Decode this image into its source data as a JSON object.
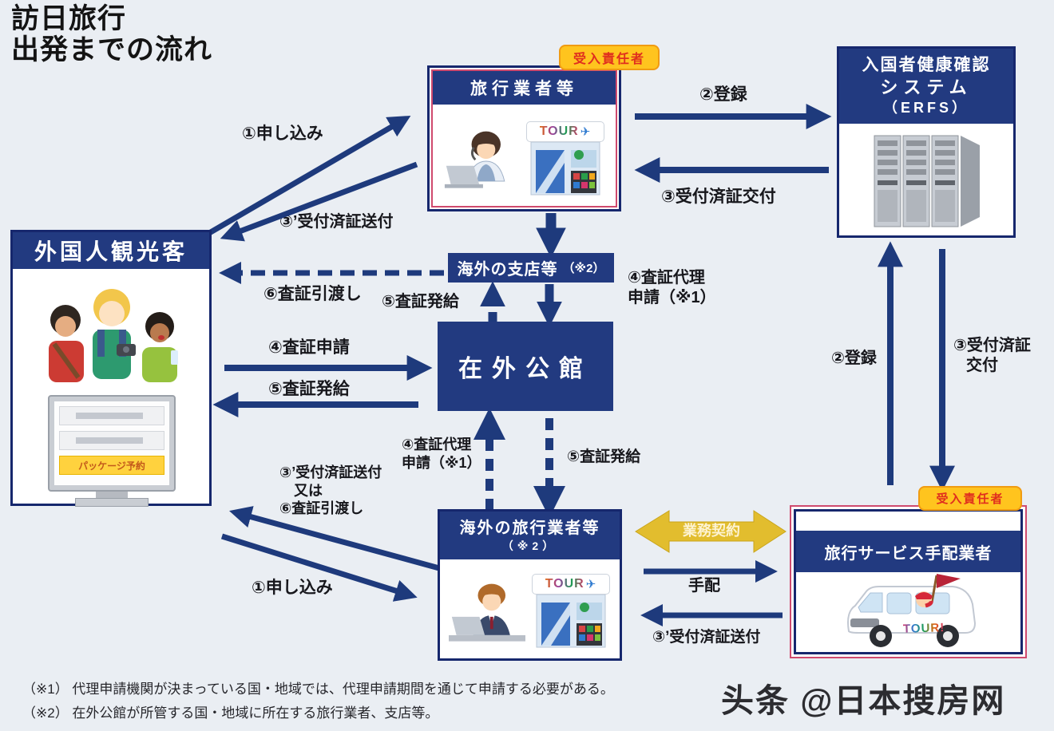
{
  "title": {
    "line1": "訪日旅行",
    "line2": "出発までの流れ"
  },
  "badges": {
    "top": "受入責任者",
    "bottom": "受入責任者"
  },
  "nodes": {
    "tourists": {
      "title": "外国人観光客",
      "screen_item": "パッケージ予約"
    },
    "travel_agency": {
      "title": "旅行業者等",
      "sign": "TOUR"
    },
    "erfs": {
      "line1": "入国者健康確認",
      "line2": "システム",
      "line3": "（ERFS）"
    },
    "branch": {
      "title": "海外の支店等",
      "note": "（※2）"
    },
    "embassy": {
      "title": "在外公館"
    },
    "overseas_agency": {
      "line1": "海外の旅行業者等",
      "line2": "（※2）",
      "sign": "TOUR"
    },
    "arranger": {
      "title": "旅行サービス手配業者",
      "sign": "TOUR!"
    }
  },
  "labels": {
    "apply_top": "①申し込み",
    "send_cert_top": "③’受付済証送付",
    "register_top": "②登録",
    "issue_cert_top": "③受付済証交付",
    "visa_handover": "⑥査証引渡し",
    "visa_issue_branch": "⑤査証発給",
    "visa_proxy_top_l1": "④査証代理",
    "visa_proxy_top_l2": "申請（※1）",
    "visa_apply": "④査証申請",
    "visa_issue_left": "⑤査証発給",
    "visa_proxy_bottom_l1": "④査証代理",
    "visa_proxy_bottom_l2": "申請（※1）",
    "visa_issue_down": "⑤査証発給",
    "send_or_l1": "③’受付済証送付",
    "send_or_l2": "又は",
    "send_or_l3": "⑥査証引渡し",
    "apply_bottom": "①申し込み",
    "business_contract": "業務契約",
    "arrange": "手配",
    "send_cert_bottom": "③’受付済証送付",
    "register_right": "②登録",
    "issue_cert_right_l1": "③受付済証",
    "issue_cert_right_l2": "交付"
  },
  "footnotes": {
    "note1": "（※1） 代理申請機関が決まっている国・地域では、代理申請期間を通じて申請する必要がある。",
    "note2": "（※2） 在外公館が所管する国・地域に所在する旅行業者、支店等。"
  },
  "watermark": "头条 @日本搜房网",
  "colors": {
    "navy": "#223a80",
    "arrow": "#1e3a7c",
    "badge_bg": "#ffc41e",
    "badge_text": "#e02e1e",
    "contract_yellow": "#e2bd2e"
  }
}
